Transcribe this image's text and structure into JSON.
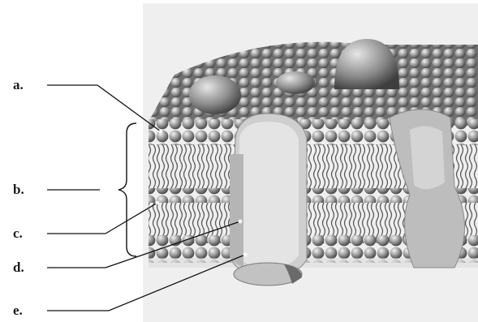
{
  "labels": {
    "a": "a.",
    "b": "b.",
    "c": "c.",
    "d": "d.",
    "e": "e."
  },
  "colors": {
    "page_background": "#ffffff",
    "figure_background": "#efefef",
    "phospholipid_head": "#9a9a9a",
    "lipid_tail": "#5a5a5a",
    "protein": "#bfbfbf",
    "line": "#111111"
  }
}
